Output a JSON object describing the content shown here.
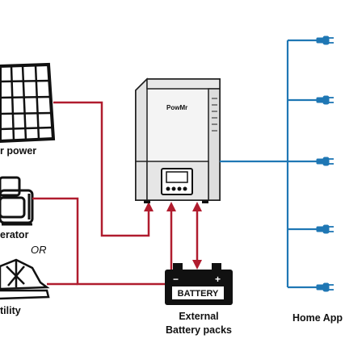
{
  "labels": {
    "solar": "r power",
    "generator": "erator",
    "or": "OR",
    "utility": "tility",
    "battery_box": "BATTERY",
    "external_line1": "External",
    "external_line2": "Battery packs",
    "home": "Home App",
    "inverter_brand": "PowMr"
  },
  "colors": {
    "red_wire": "#b01c2e",
    "blue_wire": "#1f77b4",
    "inverter_body": "#f4f4f4",
    "inverter_edge": "#222222"
  },
  "appliance_plugs": 5
}
